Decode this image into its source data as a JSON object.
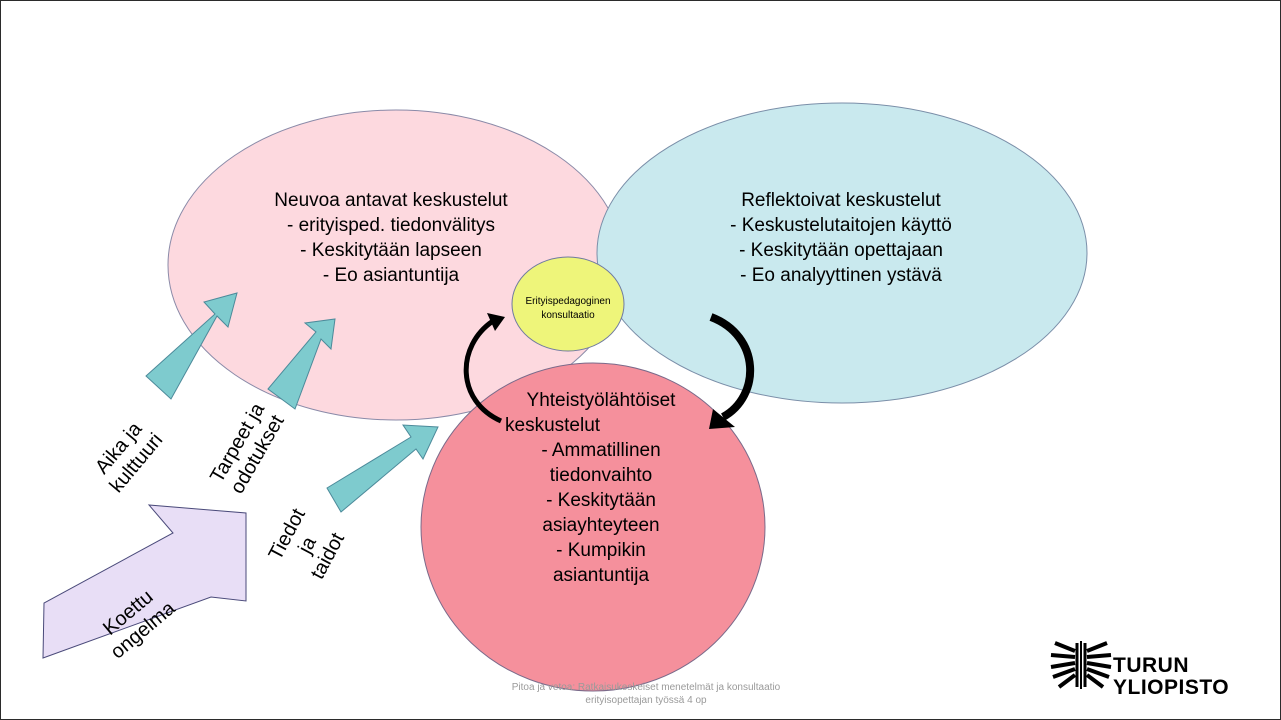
{
  "diagram": {
    "advice": {
      "title": "Neuvoa antavat keskustelut",
      "items": [
        "-   erityisped. tiedonvälitys",
        "-   Keskitytään lapseen",
        "-   Eo asiantuntija"
      ]
    },
    "reflective": {
      "title": "Reflektoivat keskustelut",
      "items": [
        "-   Keskustelutaitojen käyttö",
        "-   Keskitytään opettajaan",
        "-   Eo analyyttinen ystävä"
      ]
    },
    "collaborative": {
      "title_line1": "Yhteistyölähtöiset",
      "title_line2": "keskustelut",
      "item1_line1": "-   Ammatillinen",
      "item1_line2": "tiedonvaihto",
      "item2_line1": "-   Keskitytään",
      "item2_line2": "asiayhteyteen",
      "item3_line1": "-   Kumpikin",
      "item3_line2": "asiantuntija"
    },
    "center": {
      "line1": "Erityispedagoginen",
      "line2": "konsultaatio"
    },
    "arrow_labels": {
      "aika_line1": "Aika ja",
      "aika_line2": "kulttuuri",
      "tarpeet_line1": "Tarpeet ja",
      "tarpeet_line2": "odotukset",
      "tiedot_line1": "Tiedot",
      "tiedot_line2": "ja",
      "tiedot_line3": "taidot",
      "koettu_line1": "Koettu",
      "koettu_line2": "ongelma"
    }
  },
  "footer": {
    "line1": "Pitoa ja vetoa: Ratkaisukeskeiset menetelmät ja konsultaatio",
    "line2": "erityisopettajan työssä 4 op"
  },
  "logo": {
    "line1": "TURUN",
    "line2": "YLIOPISTO"
  },
  "colors": {
    "pink": "#fdd9df",
    "teal": "#c9e9ee",
    "rose": "#f5909c",
    "yellow": "#eef57a",
    "arrow_teal": "#7ecbce",
    "lavender": "#e8def6"
  }
}
